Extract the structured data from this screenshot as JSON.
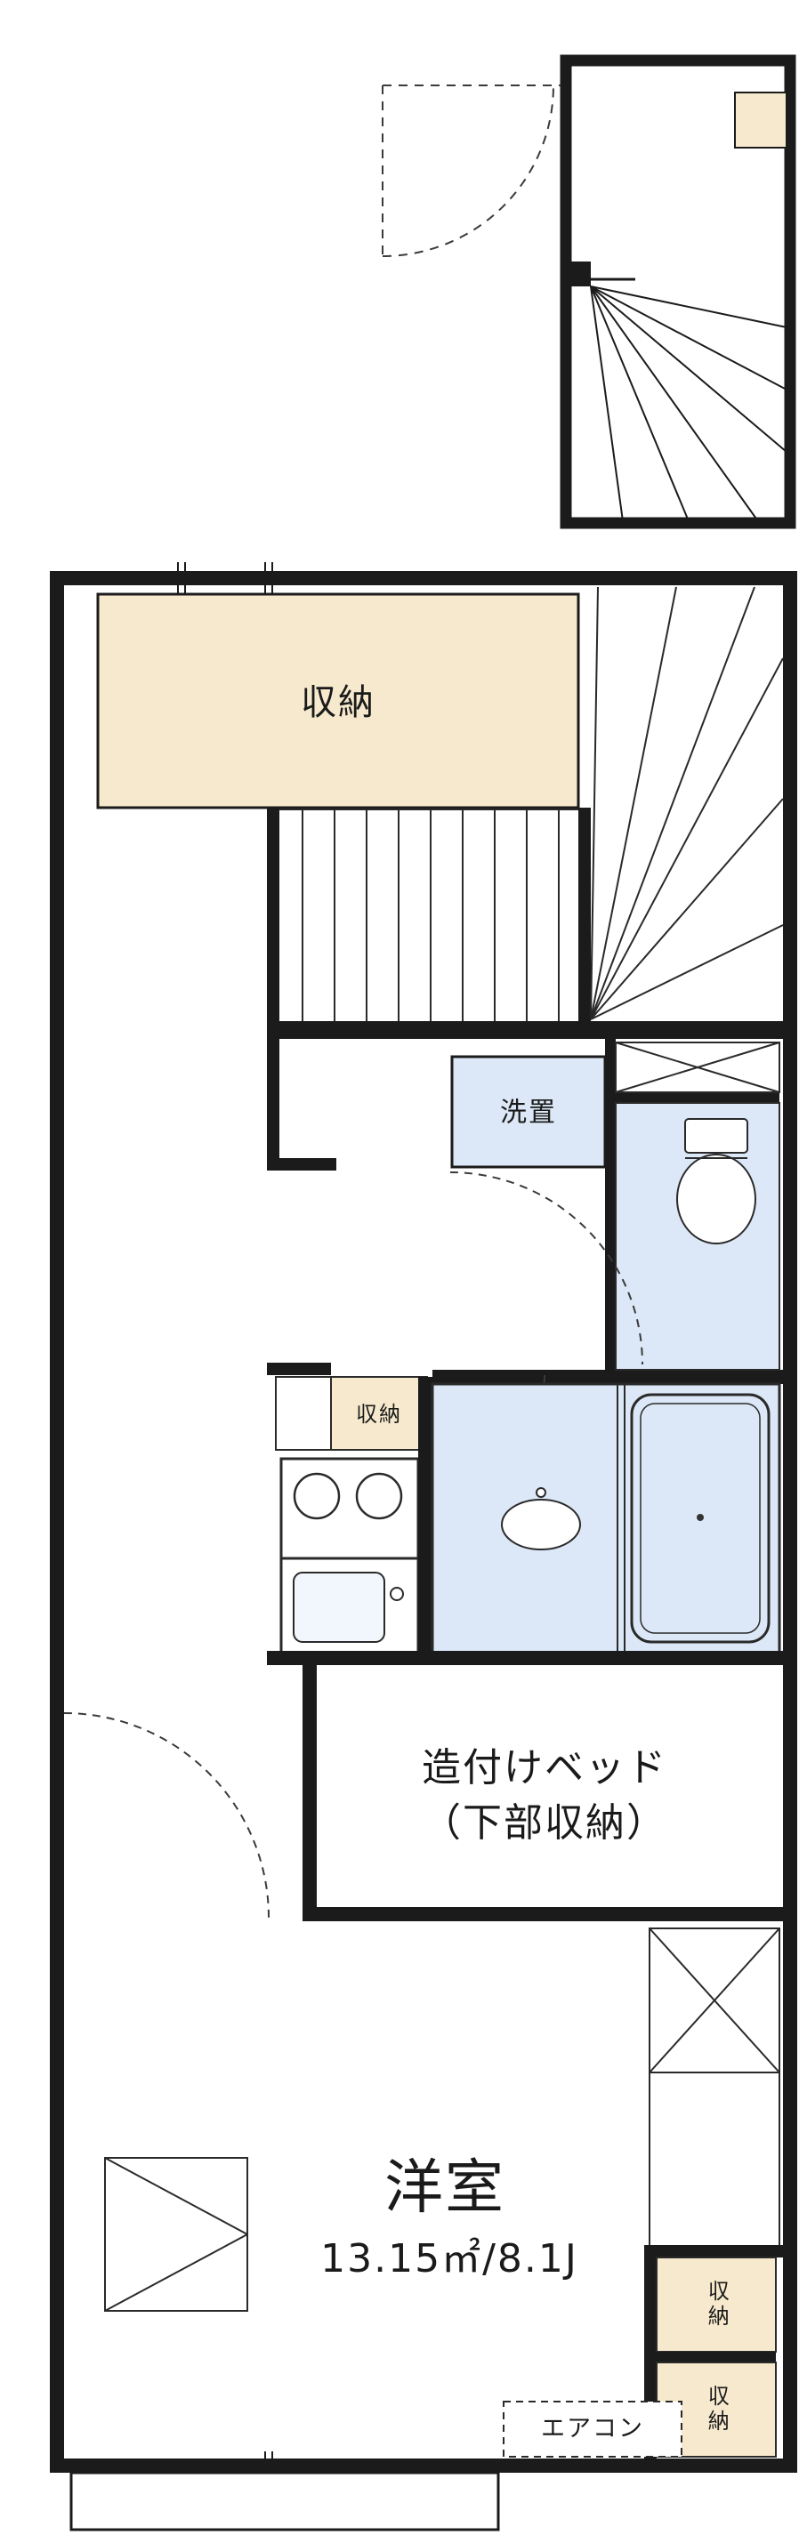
{
  "colors": {
    "wall": "#1b1b1b",
    "line": "#2a2a2a",
    "storage_fill": "#f7e9cd",
    "water_fill": "#dce8f7",
    "background": "#ffffff"
  },
  "labels": {
    "storage_top": "収納",
    "laundry": "洗置",
    "storage_kitchen": "収納",
    "built_in_bed_line1": "造付けベッド",
    "built_in_bed_line2": "（下部収納）",
    "room_name": "洋室",
    "room_area": "13.15㎡/8.1J",
    "closet_right_top": "収納",
    "closet_right_bottom": "収納",
    "air_conditioner": "エアコン"
  }
}
